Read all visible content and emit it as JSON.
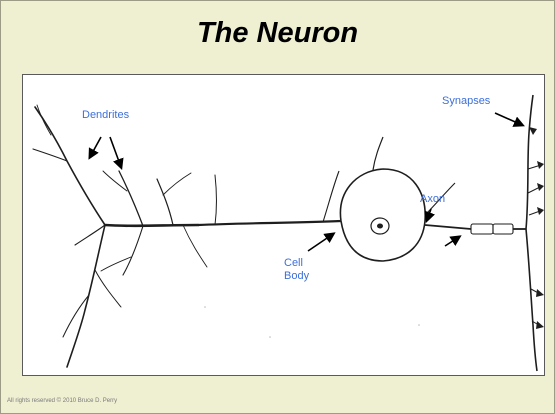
{
  "title": "The Neuron",
  "labels": {
    "dendrites": "Dendrites",
    "synapses": "Synapses",
    "axon": "Axon",
    "cell_body_line1": "Cell",
    "cell_body_line2": "Body"
  },
  "footer": "All rights reserved © 2010 Bruce D. Perry",
  "colors": {
    "background": "#efefd2",
    "panel": "#ffffff",
    "label": "#3d6fd9",
    "ink": "#1e1e1e"
  }
}
